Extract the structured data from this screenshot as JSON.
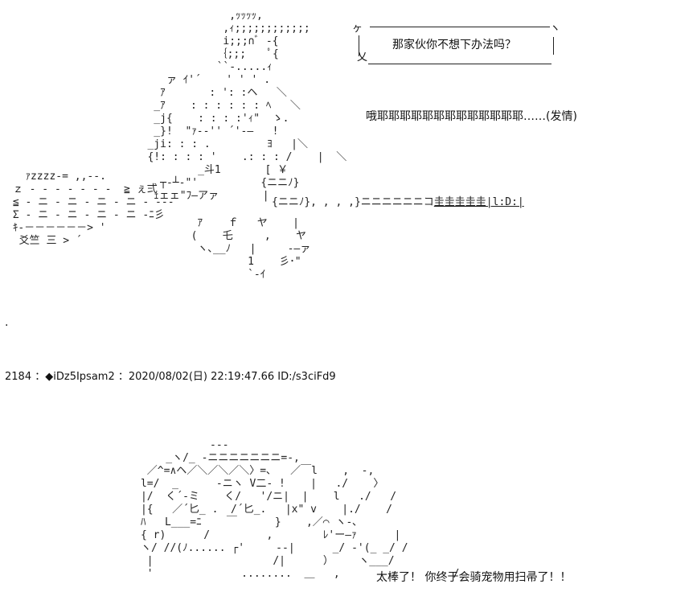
{
  "speech": {
    "question": "那家伙你不想下办法吗？",
    "moan": "哦耶耶耶耶耶耶耶耶耶耶耶耶耶……(发情)",
    "praise": "太棒了！ 你终于会骑宠物用扫帚了！！"
  },
  "post_header": {
    "number": "2184",
    "sep1": "：",
    "name": "◆iDz5Ipsam2",
    "sep2": "：",
    "datetime": "2020/08/02(日) 22:19:47.66",
    "id": "ID:/s3ciFd9"
  },
  "speed_text": {
    "zzz": "ｧzzzz-=",
    "arrow1": "ｷ-－－－－－－>",
    "bottom": "爻竺 三 >"
  },
  "broom": {
    "bristles": "ニニニニニニコ",
    "tip": "圭圭圭圭圭|l:D:|"
  },
  "dot": "."
}
